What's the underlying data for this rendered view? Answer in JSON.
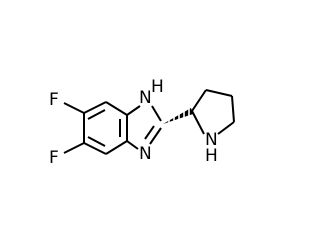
{
  "atoms": {
    "fluorine_top": "F",
    "fluorine_bottom": "F",
    "imidazole_nh_n": "N",
    "imidazole_nh_h": "H",
    "imidazole_n": "N",
    "pyrrolidine_n": "N",
    "pyrrolidine_h": "H"
  },
  "colors": {
    "bond": "#000000",
    "label": "#000000",
    "background": "#ffffff"
  }
}
